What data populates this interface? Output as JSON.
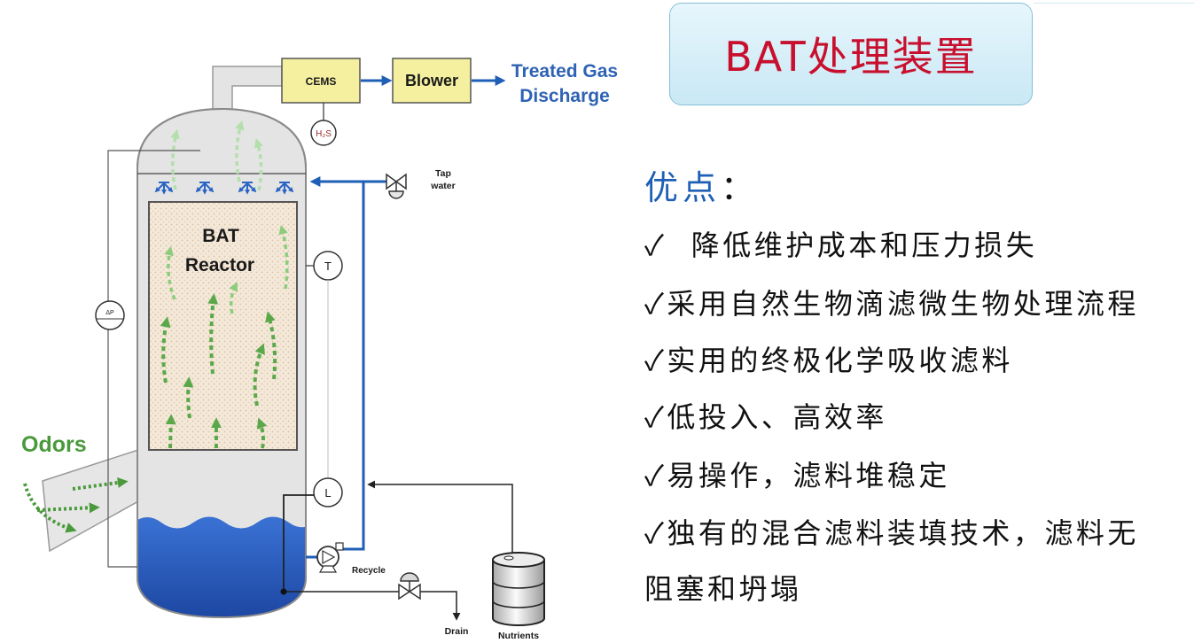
{
  "slide": {
    "title": "BAT处理装置",
    "advantages": {
      "heading": "优点",
      "colon": "：",
      "items": [
        "✓  降低维护成本和压力损失",
        "✓采用自然生物滴滤微生物处理流程",
        "✓实用的终极化学吸收滤料",
        "✓低投入、高效率",
        "✓易操作，滤料堆稳定",
        "✓独有的混合滤料装填技术，滤料无"
      ],
      "continuation": "阻塞和坍塌"
    }
  },
  "diagram": {
    "odors": "Odors",
    "cems": "CEMS",
    "blower": "Blower",
    "treated_gas": [
      "Treated Gas",
      "Discharge"
    ],
    "h2s_sensor": "H₂S",
    "reactor": [
      "BAT",
      "Reactor"
    ],
    "pressure_gauge": "ΔP",
    "temperature_gauge": "T",
    "level_gauge": "L",
    "tap_water": [
      "Tap",
      "water"
    ],
    "recycle": "Recycle",
    "drain": "Drain",
    "nutrients": "Nutrients"
  },
  "colors": {
    "title_text": "#c8102e",
    "heading_text": "#1f5fb5",
    "treated_gas_text": "#2e62b4",
    "odors_text": "#4a9a3c",
    "airflow_arrows": "#5aa84a",
    "water_pipe": "#1f5fb5",
    "sump_water": "#2458c0",
    "instrument_box": "#f5f0a0"
  }
}
